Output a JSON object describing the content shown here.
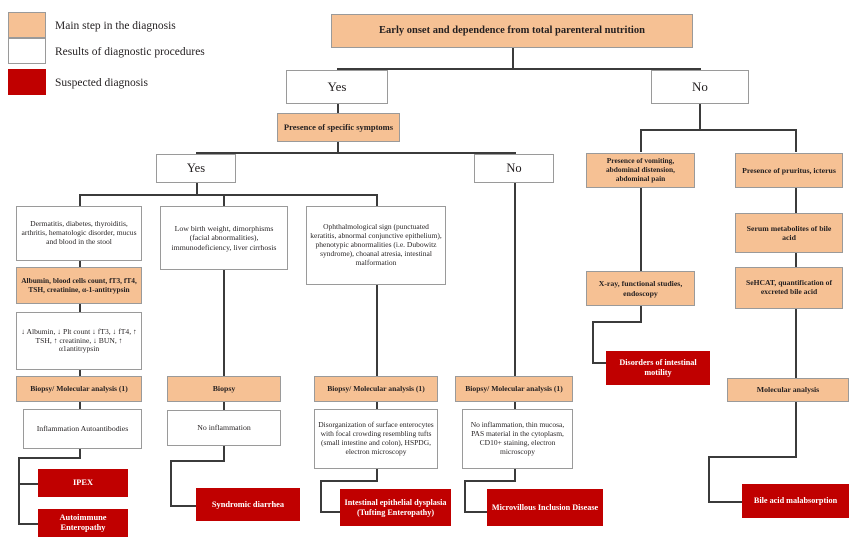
{
  "legend": {
    "items": [
      {
        "key": "main-step",
        "label": "Main step in the diagnosis",
        "color": "#f6c194"
      },
      {
        "key": "results",
        "label": "Results of diagnostic procedures",
        "color": "#ffffff"
      },
      {
        "key": "suspected",
        "label": "Suspected diagnosis",
        "color": "#c00000"
      }
    ]
  },
  "colors": {
    "orange": "#f6c194",
    "white": "#ffffff",
    "red": "#c00000",
    "border": "#9a9a9a",
    "line": "#3b3b3b"
  },
  "nodes": {
    "root": "Early onset and dependence from total parenteral nutrition",
    "root_yes": "Yes",
    "root_no": "No",
    "specific_symptoms": "Presence of specific symptoms",
    "sym_yes": "Yes",
    "sym_no": "No",
    "branch1_signs": "Dermatitis, diabetes, thyroiditis, arthritis, hematologic disorder, mucus and blood in the stool",
    "branch1_tests": "Albumin, blood cells count, fT3, fT4, TSH, creatinine, α-1-antitrypsin",
    "branch1_results": "↓ Albumin, ↓ Plt count ↓ fT3, ↓ fT4, ↑ TSH, ↑ creatinine, ↓ BUN, ↑ α1antitrypsin",
    "branch1_biopsy": "Biopsy/ Molecular analysis (1)",
    "branch1_histo": "Inflammation Autoantibodies",
    "dx_ipex": "IPEX",
    "dx_autoimmune": "Autoimmune Enteropathy",
    "branch2_signs": "Low birth weight, dimorphisms (facial abnormalities), immunodeficiency, liver cirrhosis",
    "branch2_biopsy": "Biopsy",
    "branch2_histo": "No inflammation",
    "dx_syndromic": "Syndromic diarrhea",
    "branch3_signs": "Ophthalmological sign (punctuated keratitis, abnormal conjunctive epithelium), phenotypic abnormalities (i.e. Dubowitz syndrome), choanal atresia, intestinal malformation",
    "branch3_biopsy": "Biopsy/ Molecular analysis (1)",
    "branch3_histo": "Disorganization of surface enterocytes with focal crowding resembling tufts (small intestine and colon), HSPDG, electron microscopy",
    "dx_tufting": "Intestinal epithelial dysplasia (Tufting Enteropathy)",
    "branch4_biopsy": "Biopsy/ Molecular analysis (1)",
    "branch4_histo": "No inflammation, thin mucosa, PAS material in the cytoplasm, CD10+ staining, electron microscopy",
    "dx_mvid": "Microvillous Inclusion Disease",
    "branch5_signs": "Presence of vomiting, abdominal distension, abdominal pain",
    "branch5_tests": "X-ray, functional studies, endoscopy",
    "dx_motility": "Disorders of intestinal motility",
    "branch6_signs": "Presence of pruritus, icterus",
    "branch6_tests": "Serum metabolites of bile acid",
    "branch6_tests2": "SeHCAT, quantification of excreted bile acid",
    "branch6_molecular": "Molecular analysis",
    "dx_bileacid": "Bile acid malabsorption"
  }
}
